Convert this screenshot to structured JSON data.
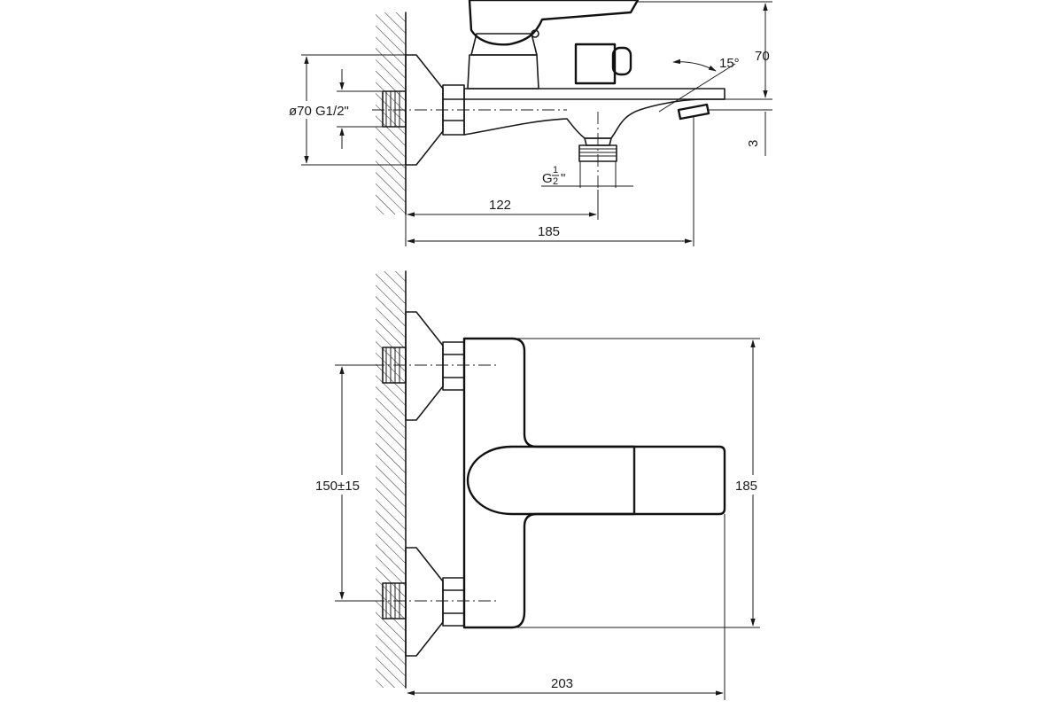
{
  "dimensions": {
    "depth_to_outlet": "122",
    "total_depth": "185",
    "height": "70",
    "outlet_offset": "3",
    "spout_angle": "15°",
    "flange_thread": "ø70 G1/2\"",
    "outlet_thread_prefix": "G",
    "outlet_thread_num": "1",
    "outlet_thread_den": "2",
    "outlet_thread_suffix": "\"",
    "center_distance": "150±15",
    "top_height": "185",
    "total_width": "203"
  }
}
